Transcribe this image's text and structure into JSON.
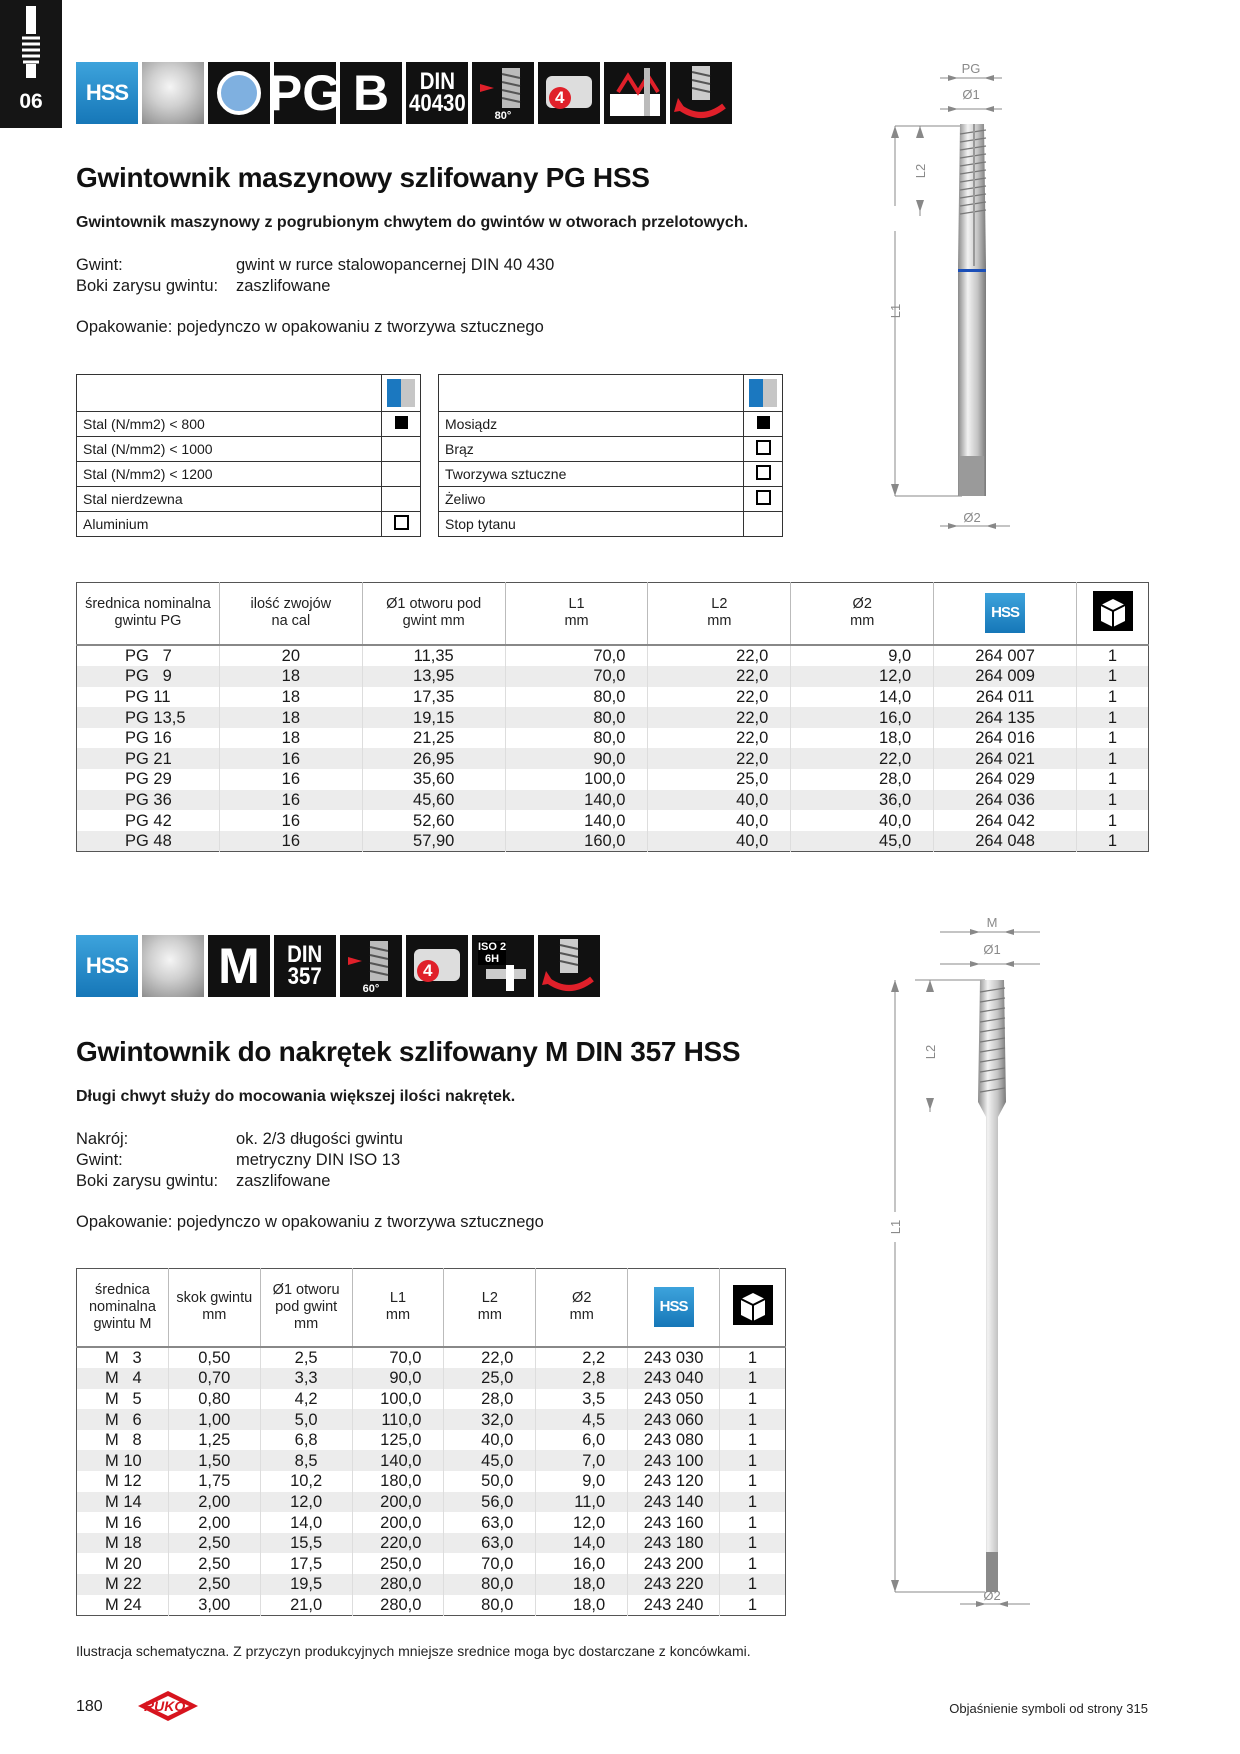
{
  "section": {
    "number": "06"
  },
  "product1": {
    "icons": {
      "hss": "HSS",
      "thread_type": "PG",
      "form": "B",
      "din_top": "DIN",
      "din_bottom": "40430",
      "angle": "80°",
      "chip_count": "4"
    },
    "title": "Gwintownik maszynowy szlifowany PG HSS",
    "lead": "Gwintownik maszynowy z pogrubionym chwytem do gwintów w otworach przelotowych.",
    "specs": [
      {
        "key": "Gwint:",
        "value": "gwint w rurce stalowopancernej DIN 40 430"
      },
      {
        "key": "Boki zarysu gwintu:",
        "value": "zaszlifowane"
      }
    ],
    "packaging": "Opakowanie: pojedynczo w opakowaniu z tworzywa sztucznego",
    "materials_left": [
      {
        "name": "Stal (N/mm2) < 800",
        "mark": "full"
      },
      {
        "name": "Stal (N/mm2) < 1000",
        "mark": "none"
      },
      {
        "name": "Stal (N/mm2) < 1200",
        "mark": "none"
      },
      {
        "name": "Stal nierdzewna",
        "mark": "none"
      },
      {
        "name": "Aluminium",
        "mark": "empty"
      }
    ],
    "materials_right": [
      {
        "name": "Mosiądz",
        "mark": "full"
      },
      {
        "name": "Brąz",
        "mark": "empty"
      },
      {
        "name": "Tworzywa sztuczne",
        "mark": "empty"
      },
      {
        "name": "Żeliwo",
        "mark": "empty"
      },
      {
        "name": "Stop tytanu",
        "mark": "none"
      }
    ],
    "table": {
      "headers": [
        "średnica nominalna\ngwintu PG",
        "ilość zwojów\nna cal",
        "Ø1 otworu pod\ngwint mm",
        "L1\nmm",
        "L2\nmm",
        "Ø2\nmm"
      ],
      "hss_label": "HSS",
      "rows": [
        [
          "PG   7",
          "20",
          "11,35",
          "70,0",
          "22,0",
          "9,0",
          "264 007",
          "1"
        ],
        [
          "PG   9",
          "18",
          "13,95",
          "70,0",
          "22,0",
          "12,0",
          "264 009",
          "1"
        ],
        [
          "PG 11",
          "18",
          "17,35",
          "80,0",
          "22,0",
          "14,0",
          "264 011",
          "1"
        ],
        [
          "PG 13,5",
          "18",
          "19,15",
          "80,0",
          "22,0",
          "16,0",
          "264 135",
          "1"
        ],
        [
          "PG 16",
          "18",
          "21,25",
          "80,0",
          "22,0",
          "18,0",
          "264 016",
          "1"
        ],
        [
          "PG 21",
          "16",
          "26,95",
          "90,0",
          "22,0",
          "22,0",
          "264 021",
          "1"
        ],
        [
          "PG 29",
          "16",
          "35,60",
          "100,0",
          "25,0",
          "28,0",
          "264 029",
          "1"
        ],
        [
          "PG 36",
          "16",
          "45,60",
          "140,0",
          "40,0",
          "36,0",
          "264 036",
          "1"
        ],
        [
          "PG 42",
          "16",
          "52,60",
          "140,0",
          "40,0",
          "40,0",
          "264 042",
          "1"
        ],
        [
          "PG 48",
          "16",
          "57,90",
          "160,0",
          "40,0",
          "45,0",
          "264 048",
          "1"
        ]
      ]
    },
    "drawing": {
      "top": "PG",
      "d1": "Ø1",
      "l2": "L2",
      "l1": "L1",
      "d2": "Ø2"
    }
  },
  "product2": {
    "icons": {
      "hss": "HSS",
      "thread_type": "M",
      "din_top": "DIN",
      "din_bottom": "357",
      "angle": "60°",
      "chip_count": "4",
      "tol_top": "ISO 2",
      "tol_bottom": "6H"
    },
    "title": "Gwintownik do nakrętek szlifowany M DIN 357 HSS",
    "lead": "Długi chwyt służy do mocowania większej ilości nakrętek.",
    "specs": [
      {
        "key": "Nakrój:",
        "value": "ok. 2/3 długości gwintu"
      },
      {
        "key": "Gwint:",
        "value": "metryczny DIN ISO 13"
      },
      {
        "key": "Boki zarysu gwintu:",
        "value": "zaszlifowane"
      }
    ],
    "packaging": "Opakowanie: pojedynczo w opakowaniu z tworzywa sztucznego",
    "table": {
      "headers": [
        "średnica\nnominalna\ngwintu M",
        "skok gwintu\nmm",
        "Ø1 otworu\npod gwint\nmm",
        "L1\nmm",
        "L2\nmm",
        "Ø2\nmm"
      ],
      "hss_label": "HSS",
      "rows": [
        [
          "M   3",
          "0,50",
          "2,5",
          "70,0",
          "22,0",
          "2,2",
          "243 030",
          "1"
        ],
        [
          "M   4",
          "0,70",
          "3,3",
          "90,0",
          "25,0",
          "2,8",
          "243 040",
          "1"
        ],
        [
          "M   5",
          "0,80",
          "4,2",
          "100,0",
          "28,0",
          "3,5",
          "243 050",
          "1"
        ],
        [
          "M   6",
          "1,00",
          "5,0",
          "110,0",
          "32,0",
          "4,5",
          "243 060",
          "1"
        ],
        [
          "M   8",
          "1,25",
          "6,8",
          "125,0",
          "40,0",
          "6,0",
          "243 080",
          "1"
        ],
        [
          "M 10",
          "1,50",
          "8,5",
          "140,0",
          "45,0",
          "7,0",
          "243 100",
          "1"
        ],
        [
          "M 12",
          "1,75",
          "10,2",
          "180,0",
          "50,0",
          "9,0",
          "243 120",
          "1"
        ],
        [
          "M 14",
          "2,00",
          "12,0",
          "200,0",
          "56,0",
          "11,0",
          "243 140",
          "1"
        ],
        [
          "M 16",
          "2,00",
          "14,0",
          "200,0",
          "63,0",
          "12,0",
          "243 160",
          "1"
        ],
        [
          "M 18",
          "2,50",
          "15,5",
          "220,0",
          "63,0",
          "14,0",
          "243 180",
          "1"
        ],
        [
          "M 20",
          "2,50",
          "17,5",
          "250,0",
          "70,0",
          "16,0",
          "243 200",
          "1"
        ],
        [
          "M 22",
          "2,50",
          "19,5",
          "280,0",
          "80,0",
          "18,0",
          "243 220",
          "1"
        ],
        [
          "M 24",
          "3,00",
          "21,0",
          "280,0",
          "80,0",
          "18,0",
          "243 240",
          "1"
        ]
      ]
    },
    "drawing": {
      "top": "M",
      "d1": "Ø1",
      "l2": "L2",
      "l1": "L1",
      "d2": "Ø2"
    }
  },
  "footer": {
    "note": "Ilustracja schematyczna. Z przyczyn produkcyjnych mniejsze srednice moga byc dostarczane z koncówkami.",
    "page": "180",
    "brand": "RUKO",
    "symbols_ref": "Objaśnienie symboli od strony 315"
  }
}
